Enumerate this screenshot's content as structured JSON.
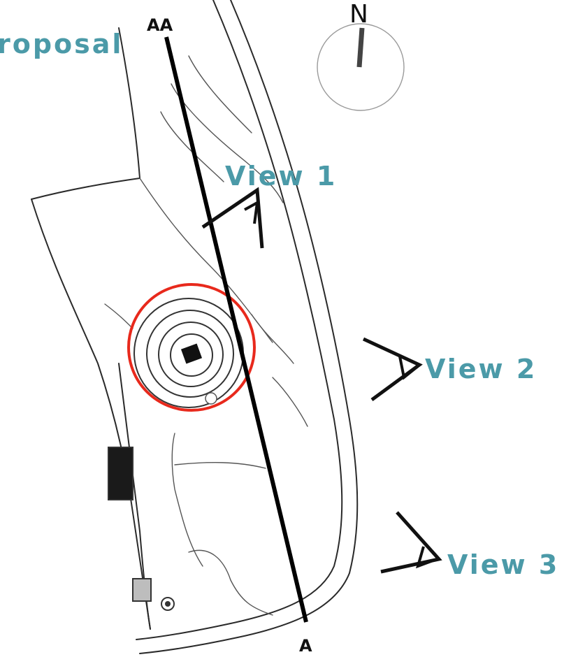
{
  "title": "roposal",
  "north": {
    "label": "N"
  },
  "section": {
    "start_label": "AA",
    "end_label": "A"
  },
  "views": [
    {
      "label": "View 1"
    },
    {
      "label": "View 2"
    },
    {
      "label": "View 3"
    }
  ],
  "colors": {
    "label_teal": "#4b9aa8",
    "highlight_circle": "#e8291c",
    "section_line": "#000000",
    "plan_lines": "#2a2a2a"
  }
}
